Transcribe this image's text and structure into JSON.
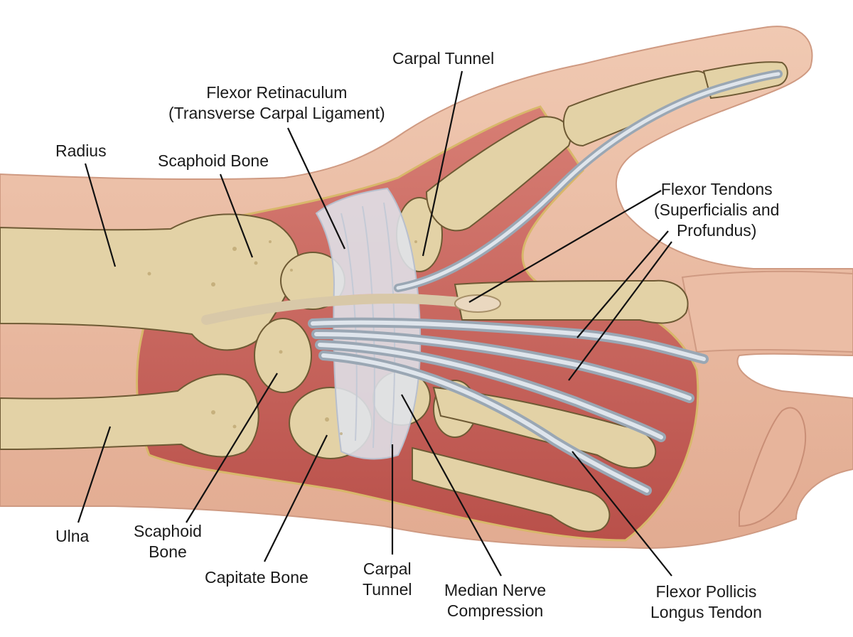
{
  "labels": {
    "carpal_tunnel_top": "Carpal Tunnel",
    "flexor_retinaculum": [
      "Flexor Retinaculum",
      "(Transverse Carpal Ligament)"
    ],
    "radius": "Radius",
    "scaphoid_bone_top": "Scaphoid Bone",
    "flexor_tendons": [
      "Flexor Tendons",
      "(Superficialis and",
      "Profundus)"
    ],
    "ulna": "Ulna",
    "scaphoid_bone_bottom": [
      "Scaphoid",
      "Bone"
    ],
    "capitate_bone": "Capitate Bone",
    "carpal_tunnel_bottom": [
      "Carpal",
      "Tunnel"
    ],
    "median_nerve": [
      "Median Nerve",
      "Compression"
    ],
    "flexor_pollicis": [
      "Flexor Pollicis",
      "Longus Tendon"
    ]
  },
  "colors": {
    "skin": "#e8b9a1",
    "skin_shadow": "#d79c83",
    "bone": "#e3d2a6",
    "muscle": "#c9615a",
    "tendon": "#b9c3ce",
    "ligament": "#d9dde6",
    "background": "#ffffff"
  }
}
